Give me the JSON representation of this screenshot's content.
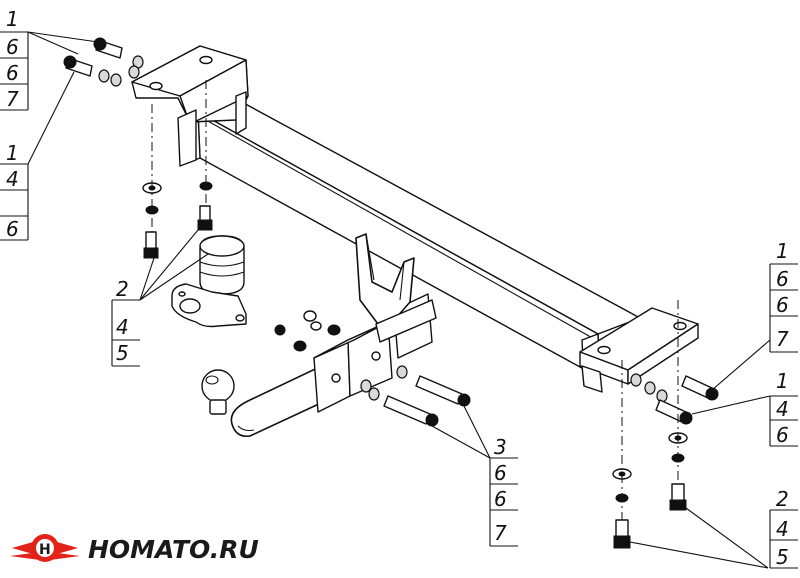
{
  "callouts": {
    "top_left_a": [
      "1",
      "6",
      "6",
      "7"
    ],
    "top_left_b": [
      "1",
      "4",
      "6"
    ],
    "mid_left": [
      "2",
      "4",
      "5"
    ],
    "right_top": [
      "1",
      "6",
      "6",
      "7"
    ],
    "right_mid": [
      "1",
      "4",
      "6"
    ],
    "center_bottom": [
      "3",
      "6",
      "6",
      "7"
    ],
    "right_bottom": [
      "2",
      "4",
      "5"
    ]
  },
  "logo": {
    "text": "HOMATO.RU",
    "colors": {
      "red": "#e2231a",
      "dark": "#1a1a1a"
    }
  }
}
